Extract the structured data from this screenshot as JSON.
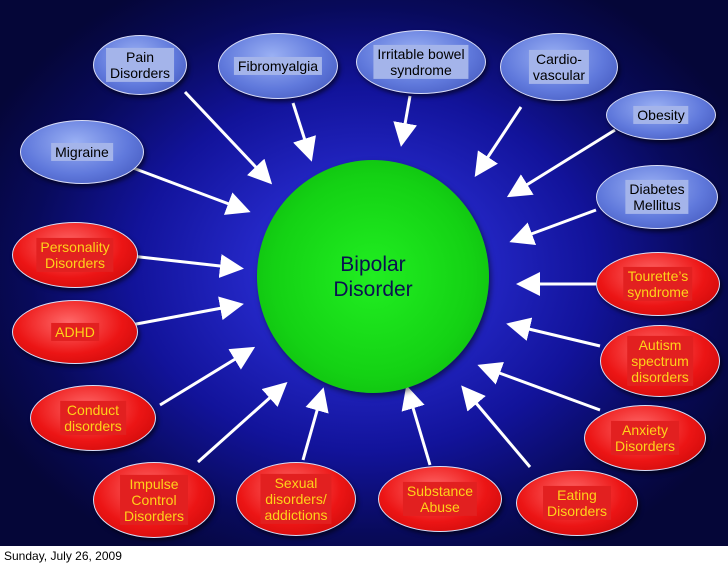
{
  "center": {
    "label": "Bipolar\nDisorder"
  },
  "nodes": [
    {
      "id": "pain-disorders",
      "label": "Pain\nDisorders",
      "color": "blue"
    },
    {
      "id": "fibromyalgia",
      "label": "Fibromyalgia",
      "color": "blue"
    },
    {
      "id": "irritable-bowel-syndrome",
      "label": "Irritable bowel\nsyndrome",
      "color": "blue"
    },
    {
      "id": "cardiovascular",
      "label": "Cardio-\nvascular",
      "color": "blue"
    },
    {
      "id": "obesity",
      "label": "Obesity",
      "color": "blue"
    },
    {
      "id": "migraine",
      "label": "Migraine",
      "color": "blue"
    },
    {
      "id": "diabetes-mellitus",
      "label": "Diabetes\nMellitus",
      "color": "blue"
    },
    {
      "id": "personality-disorders",
      "label": "Personality\nDisorders",
      "color": "red"
    },
    {
      "id": "tourettes-syndrome",
      "label": "Tourette’s\nsyndrome",
      "color": "red"
    },
    {
      "id": "adhd",
      "label": "ADHD",
      "color": "red"
    },
    {
      "id": "autism-spectrum-disorders",
      "label": "Autism\nspectrum\ndisorders",
      "color": "red"
    },
    {
      "id": "conduct-disorders",
      "label": "Conduct\ndisorders",
      "color": "red"
    },
    {
      "id": "anxiety-disorders",
      "label": "Anxiety\nDisorders",
      "color": "red"
    },
    {
      "id": "impulse-control-disorders",
      "label": "Impulse\nControl\nDisorders",
      "color": "red"
    },
    {
      "id": "sexual-disorders-addictions",
      "label": "Sexual\ndisorders/\naddictions",
      "color": "red"
    },
    {
      "id": "substance-abuse",
      "label": "Substance\nAbuse",
      "color": "red"
    },
    {
      "id": "eating-disorders",
      "label": "Eating\nDisorders",
      "color": "red"
    }
  ],
  "colors": {
    "blue_node": "#6079dc",
    "red_node": "#ec1515",
    "center_node": "#14d214",
    "red_text": "#ffd21a",
    "arrow": "#ffffff"
  },
  "footer": {
    "date": "Sunday, July 26, 2009"
  }
}
